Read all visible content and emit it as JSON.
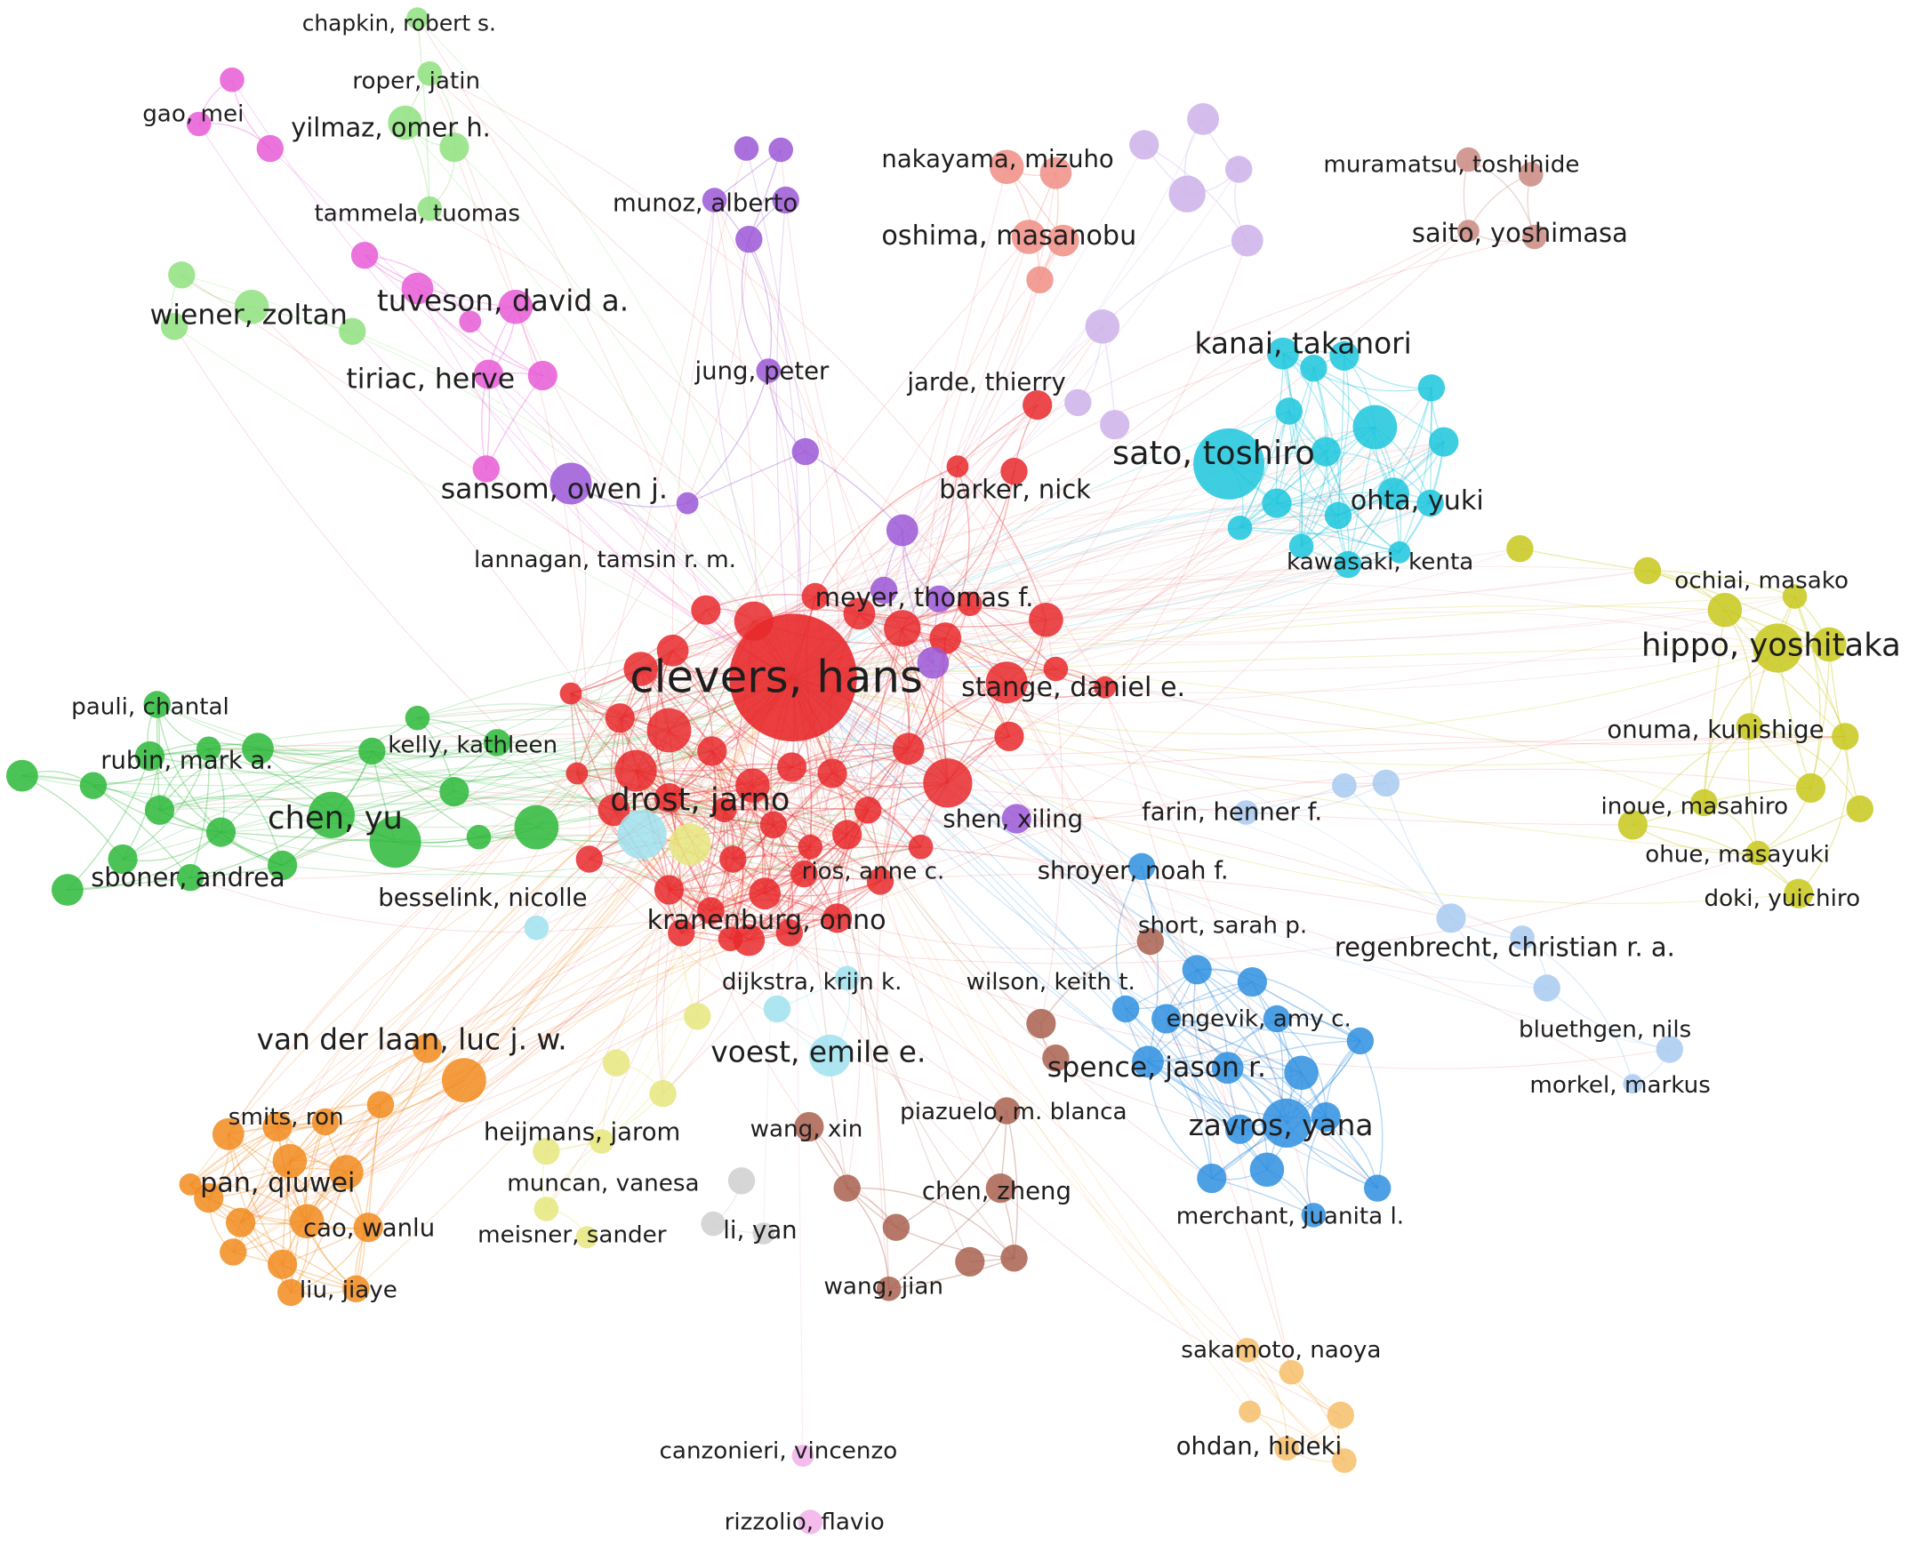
{
  "clusters": {
    "red": {
      "color": "#e8292b"
    },
    "cyan": {
      "color": "#1cc6dd"
    },
    "green": {
      "color": "#2db83a"
    },
    "lightgreen": {
      "color": "#8fe07f"
    },
    "pink": {
      "color": "#e85ad6"
    },
    "purple": {
      "color": "#9b57d6"
    },
    "lavender": {
      "color": "#cdb2ea"
    },
    "salmon": {
      "color": "#f08e85"
    },
    "rosybrown": {
      "color": "#c98a80"
    },
    "yellow": {
      "color": "#c8c81c"
    },
    "paleyellow": {
      "color": "#e6e67e"
    },
    "orange": {
      "color": "#f18b1f"
    },
    "brown": {
      "color": "#a8604f"
    },
    "blue": {
      "color": "#2f8fe0"
    },
    "lightblue": {
      "color": "#a8caf1"
    },
    "lightcyan": {
      "color": "#9fe2ee"
    },
    "peach": {
      "color": "#f6be6a"
    },
    "lightpink": {
      "color": "#f2b0ea"
    },
    "gray": {
      "color": "#cfcfcf"
    }
  },
  "labels": [
    {
      "id": "chapkin",
      "text": "chapkin, robert s.",
      "cluster": "lightgreen"
    },
    {
      "id": "roper",
      "text": "roper, jatin",
      "cluster": "lightgreen"
    },
    {
      "id": "gao",
      "text": "gao, mei",
      "cluster": "pink"
    },
    {
      "id": "yilmaz",
      "text": "yilmaz, omer h.",
      "cluster": "lightgreen"
    },
    {
      "id": "tammela",
      "text": "tammela, tuomas",
      "cluster": "lightgreen"
    },
    {
      "id": "munoz",
      "text": "munoz, alberto",
      "cluster": "purple"
    },
    {
      "id": "nakayama",
      "text": "nakayama, mizuho",
      "cluster": "salmon"
    },
    {
      "id": "muramatsu",
      "text": "muramatsu, toshihide",
      "cluster": "rosybrown"
    },
    {
      "id": "oshima",
      "text": "oshima, masanobu",
      "cluster": "salmon"
    },
    {
      "id": "saito",
      "text": "saito, yoshimasa",
      "cluster": "rosybrown"
    },
    {
      "id": "wiener",
      "text": "wiener, zoltan",
      "cluster": "lightgreen"
    },
    {
      "id": "tuveson",
      "text": "tuveson, david a.",
      "cluster": "pink"
    },
    {
      "id": "kanai",
      "text": "kanai, takanori",
      "cluster": "cyan"
    },
    {
      "id": "tiriac",
      "text": "tiriac, herve",
      "cluster": "pink"
    },
    {
      "id": "jung",
      "text": "jung, peter",
      "cluster": "purple"
    },
    {
      "id": "jarde",
      "text": "jarde, thierry",
      "cluster": "salmon"
    },
    {
      "id": "sato",
      "text": "sato, toshiro",
      "cluster": "cyan"
    },
    {
      "id": "sansom",
      "text": "sansom, owen j.",
      "cluster": "purple"
    },
    {
      "id": "barker",
      "text": "barker, nick",
      "cluster": "red"
    },
    {
      "id": "ohta",
      "text": "ohta, yuki",
      "cluster": "cyan"
    },
    {
      "id": "lannagan",
      "text": "lannagan, tamsin r. m.",
      "cluster": "purple"
    },
    {
      "id": "kawasaki",
      "text": "kawasaki, kenta",
      "cluster": "cyan"
    },
    {
      "id": "meyer",
      "text": "meyer, thomas f.",
      "cluster": "purple"
    },
    {
      "id": "ochiai",
      "text": "ochiai, masako",
      "cluster": "yellow"
    },
    {
      "id": "hippo",
      "text": "hippo, yoshitaka",
      "cluster": "yellow"
    },
    {
      "id": "clevers",
      "text": "clevers, hans",
      "cluster": "red"
    },
    {
      "id": "stange",
      "text": "stange, daniel e.",
      "cluster": "red"
    },
    {
      "id": "pauli",
      "text": "pauli, chantal",
      "cluster": "green"
    },
    {
      "id": "onuma",
      "text": "onuma, kunishige",
      "cluster": "yellow"
    },
    {
      "id": "kelly",
      "text": "kelly, kathleen",
      "cluster": "green"
    },
    {
      "id": "rubin",
      "text": "rubin, mark a.",
      "cluster": "green"
    },
    {
      "id": "drost",
      "text": "drost, jarno",
      "cluster": "red"
    },
    {
      "id": "inoue",
      "text": "inoue, masahiro",
      "cluster": "yellow"
    },
    {
      "id": "farin",
      "text": "farin, henner f.",
      "cluster": "lightblue"
    },
    {
      "id": "chenyu",
      "text": "chen, yu",
      "cluster": "green"
    },
    {
      "id": "shen",
      "text": "shen, xiling",
      "cluster": "purple"
    },
    {
      "id": "ohue",
      "text": "ohue, masayuki",
      "cluster": "yellow"
    },
    {
      "id": "sboner",
      "text": "sboner, andrea",
      "cluster": "green"
    },
    {
      "id": "rios",
      "text": "rios, anne c.",
      "cluster": "red"
    },
    {
      "id": "shroyer",
      "text": "shroyer, noah f.",
      "cluster": "blue"
    },
    {
      "id": "besselink",
      "text": "besselink, nicolle",
      "cluster": "lightcyan"
    },
    {
      "id": "doki",
      "text": "doki, yuichiro",
      "cluster": "yellow"
    },
    {
      "id": "kranenburg",
      "text": "kranenburg, onno",
      "cluster": "red"
    },
    {
      "id": "short",
      "text": "short, sarah p.",
      "cluster": "brown"
    },
    {
      "id": "regenbrecht",
      "text": "regenbrecht, christian r. a.",
      "cluster": "lightblue"
    },
    {
      "id": "dijkstra",
      "text": "dijkstra, krijn k.",
      "cluster": "lightcyan"
    },
    {
      "id": "wilson",
      "text": "wilson, keith t.",
      "cluster": "brown"
    },
    {
      "id": "engevik",
      "text": "engevik, amy c.",
      "cluster": "blue"
    },
    {
      "id": "bluethgen",
      "text": "bluethgen, nils",
      "cluster": "lightblue"
    },
    {
      "id": "vanderlaan",
      "text": "van der laan, luc j. w.",
      "cluster": "orange"
    },
    {
      "id": "voest",
      "text": "voest, emile e.",
      "cluster": "lightcyan"
    },
    {
      "id": "spence",
      "text": "spence, jason r.",
      "cluster": "blue"
    },
    {
      "id": "morkel",
      "text": "morkel, markus",
      "cluster": "lightblue"
    },
    {
      "id": "smits",
      "text": "smits, ron",
      "cluster": "orange"
    },
    {
      "id": "piazuelo",
      "text": "piazuelo, m. blanca",
      "cluster": "brown"
    },
    {
      "id": "heijmans",
      "text": "heijmans, jarom",
      "cluster": "paleyellow"
    },
    {
      "id": "wangxin",
      "text": "wang, xin",
      "cluster": "brown"
    },
    {
      "id": "zavros",
      "text": "zavros, yana",
      "cluster": "blue"
    },
    {
      "id": "pan",
      "text": "pan, qiuwei",
      "cluster": "orange"
    },
    {
      "id": "muncan",
      "text": "muncan, vanesa",
      "cluster": "paleyellow"
    },
    {
      "id": "chenzheng",
      "text": "chen, zheng",
      "cluster": "brown"
    },
    {
      "id": "cao",
      "text": "cao, wanlu",
      "cluster": "orange"
    },
    {
      "id": "meisner",
      "text": "meisner, sander",
      "cluster": "paleyellow"
    },
    {
      "id": "liyan",
      "text": "li, yan",
      "cluster": "gray"
    },
    {
      "id": "merchant",
      "text": "merchant, juanita l.",
      "cluster": "blue"
    },
    {
      "id": "liu",
      "text": "liu, jiaye",
      "cluster": "orange"
    },
    {
      "id": "wangjian",
      "text": "wang, jian",
      "cluster": "brown"
    },
    {
      "id": "sakamoto",
      "text": "sakamoto, naoya",
      "cluster": "peach"
    },
    {
      "id": "ohdan",
      "text": "ohdan, hideki",
      "cluster": "peach"
    },
    {
      "id": "canzonieri",
      "text": "canzonieri, vincenzo",
      "cluster": "lightpink"
    },
    {
      "id": "rizzolio",
      "text": "rizzolio, flavio",
      "cluster": "lightpink"
    }
  ]
}
